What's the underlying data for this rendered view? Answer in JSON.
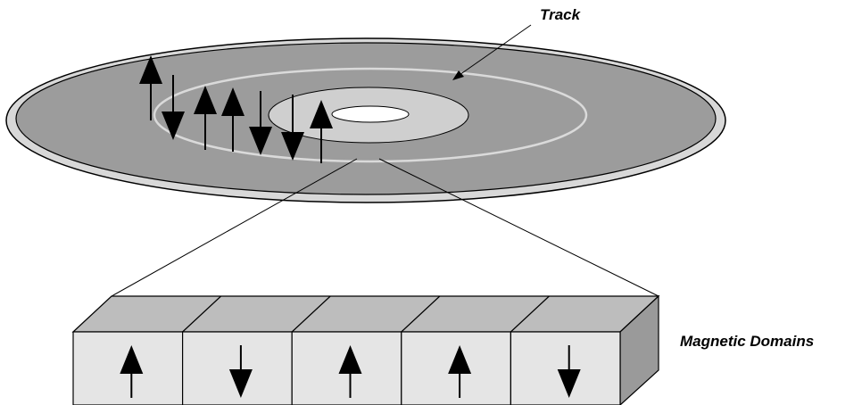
{
  "labels": {
    "track": "Track",
    "domains": "Magnetic Domains"
  },
  "colors": {
    "disk_fill": "#9c9c9c",
    "disk_rim": "#d8d8d8",
    "hub_fill": "#cfcfcf",
    "track_line": "#d9d9d9",
    "block_front": "#e5e5e5",
    "block_top": "#bdbdbd",
    "block_side": "#9a9a9a",
    "outline": "#000000"
  },
  "disk_arrows": [
    "up",
    "down",
    "up",
    "up",
    "down",
    "down",
    "up"
  ],
  "domains": [
    "up",
    "down",
    "up",
    "up",
    "down"
  ]
}
